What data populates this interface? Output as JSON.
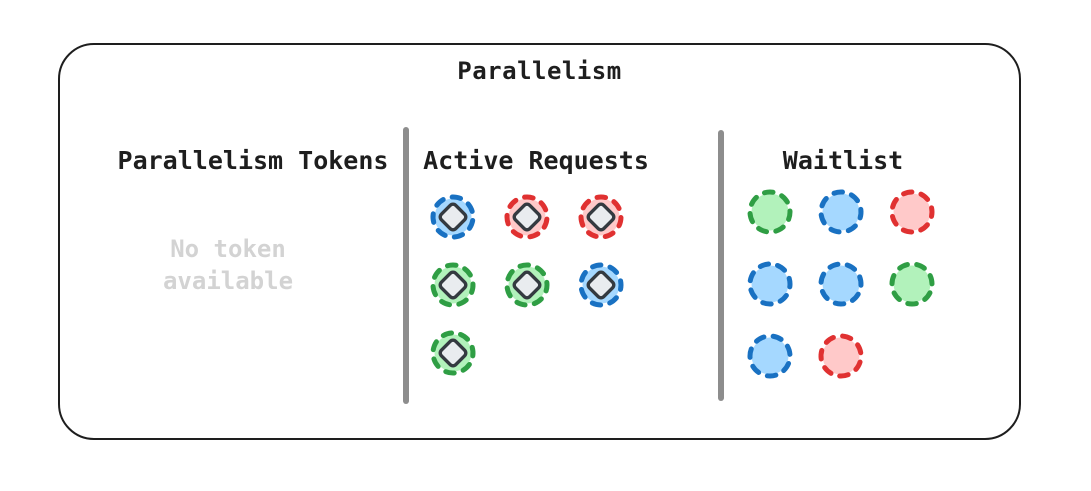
{
  "frame": {
    "title": "Parallelism"
  },
  "columns": {
    "tokens": {
      "header": "Parallelism Tokens",
      "empty_message": "No token\navailable"
    },
    "active": {
      "header": "Active Requests"
    },
    "waitlist": {
      "header": "Waitlist"
    }
  },
  "active_requests": {
    "tokens": [
      "blue",
      "red",
      "red",
      "green",
      "green",
      "blue",
      "green"
    ]
  },
  "waitlist": {
    "tokens": [
      "green",
      "blue",
      "red",
      "blue",
      "blue",
      "green",
      "blue",
      "red"
    ]
  },
  "colors": {
    "blue": {
      "stroke": "#1971c2",
      "fill": "#a5d8ff"
    },
    "red": {
      "stroke": "#e03131",
      "fill": "#ffc9c9"
    },
    "green": {
      "stroke": "#2f9e44",
      "fill": "#b2f2bb"
    },
    "diamond_stroke": "#343a40",
    "diamond_fill": "#e9ecef",
    "frame_border": "#1e1e1e",
    "divider": "#8d8d8d",
    "muted_text": "#d3d3d3"
  }
}
